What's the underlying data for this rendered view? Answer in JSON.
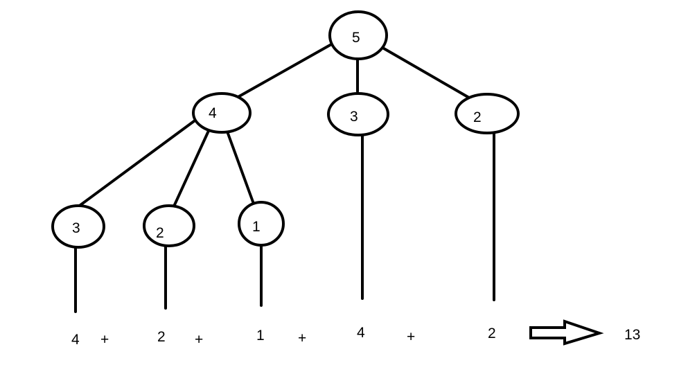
{
  "nodes": {
    "root": "5",
    "child_a": "4",
    "child_b": "3",
    "child_c": "2",
    "leaf_a": "3",
    "leaf_b": "2",
    "leaf_c": "1"
  },
  "sum_terms": [
    "4",
    "2",
    "1",
    "4",
    "2"
  ],
  "plus_sign": "+",
  "result": "13"
}
